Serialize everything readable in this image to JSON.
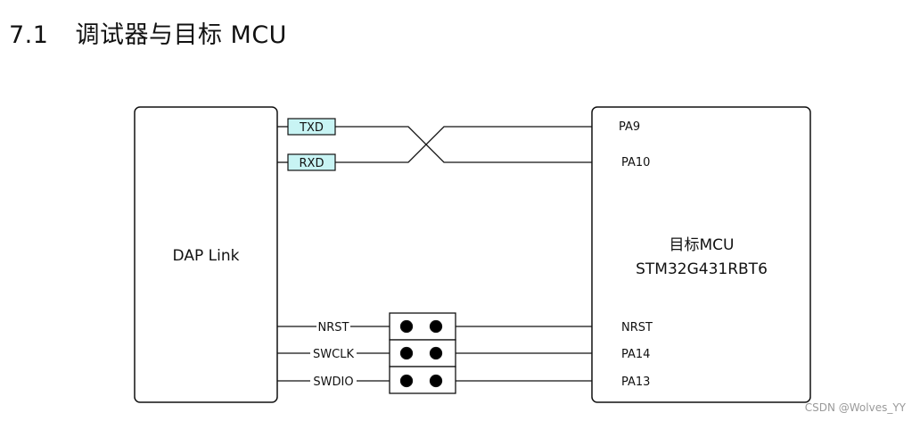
{
  "heading": {
    "number": "7.1",
    "title": "调试器与目标 MCU"
  },
  "debugger": {
    "label": "DAP Link"
  },
  "target": {
    "line1": "目标MCU",
    "line2": "STM32G431RBT6"
  },
  "uart": {
    "tags": [
      "TXD",
      "RXD"
    ],
    "target_pins": [
      "PA9",
      "PA10"
    ],
    "tag_fill": "#c8f4f4"
  },
  "swd": {
    "signals": [
      "NRST",
      "SWCLK",
      "SWDIO"
    ],
    "target_pins": [
      "NRST",
      "PA14",
      "PA13"
    ]
  },
  "watermark": "CSDN @Wolves_YY"
}
